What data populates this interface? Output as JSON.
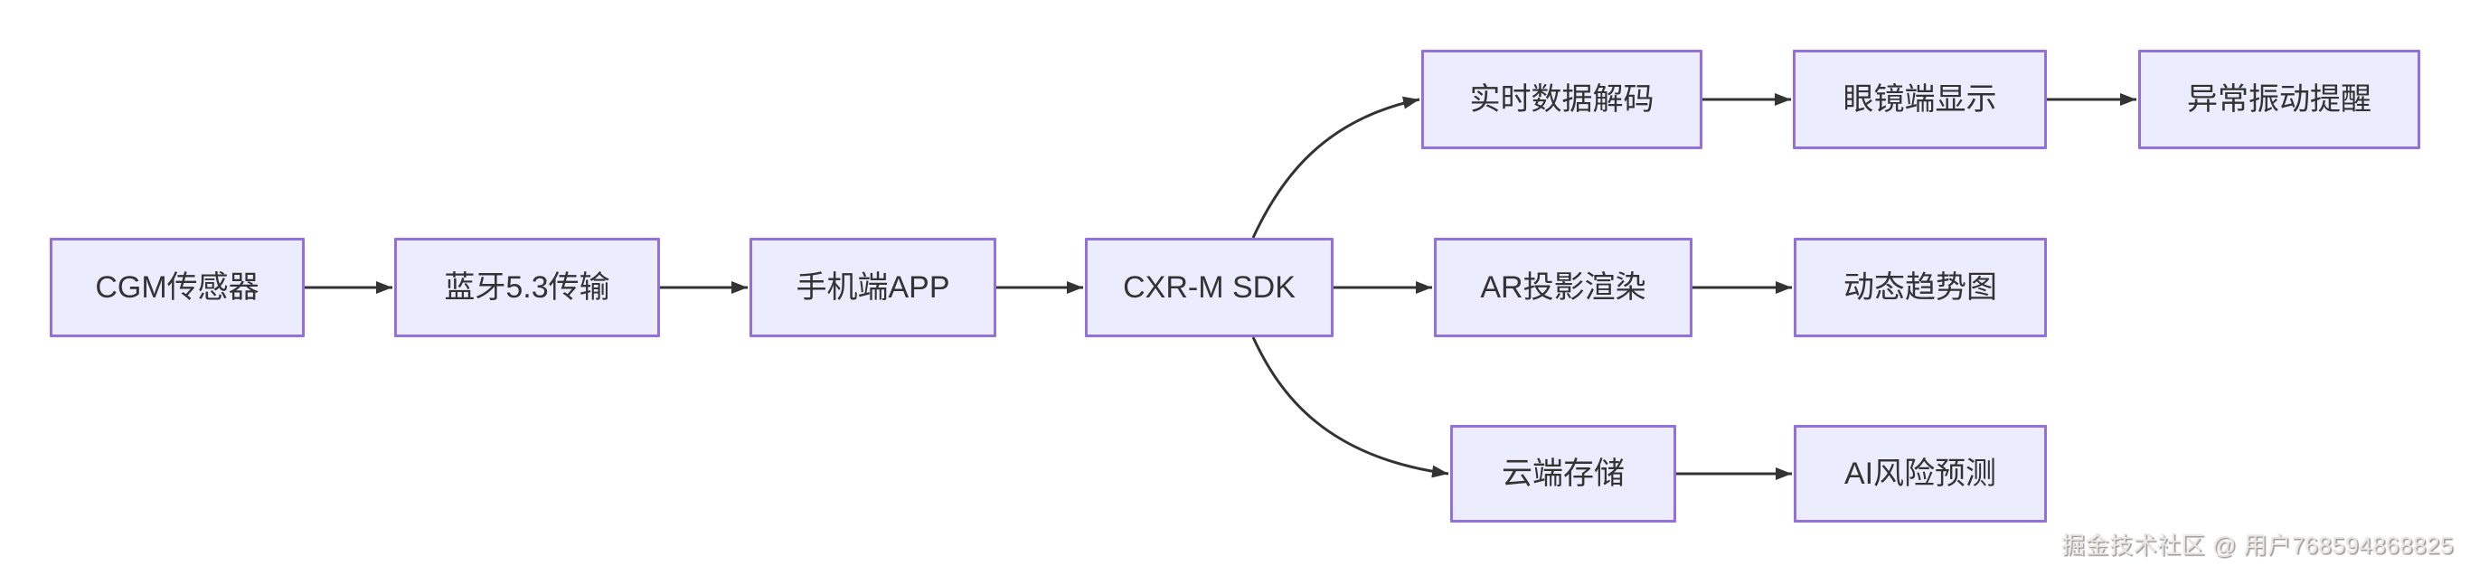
{
  "diagram": {
    "type": "flowchart",
    "direction": "left-to-right",
    "nodes": [
      {
        "id": "cgm",
        "label": "CGM传感器"
      },
      {
        "id": "bt",
        "label": "蓝牙5.3传输"
      },
      {
        "id": "app",
        "label": "手机端APP"
      },
      {
        "id": "sdk",
        "label": "CXR-M SDK"
      },
      {
        "id": "decode",
        "label": "实时数据解码"
      },
      {
        "id": "glass",
        "label": "眼镜端显示"
      },
      {
        "id": "vibrate",
        "label": "异常振动提醒"
      },
      {
        "id": "ar",
        "label": "AR投影渲染"
      },
      {
        "id": "trend",
        "label": "动态趋势图"
      },
      {
        "id": "cloud",
        "label": "云端存储"
      },
      {
        "id": "ai",
        "label": "AI风险预测"
      }
    ],
    "edges": [
      {
        "from": "cgm",
        "to": "bt"
      },
      {
        "from": "bt",
        "to": "app"
      },
      {
        "from": "app",
        "to": "sdk"
      },
      {
        "from": "sdk",
        "to": "decode"
      },
      {
        "from": "sdk",
        "to": "ar"
      },
      {
        "from": "sdk",
        "to": "cloud"
      },
      {
        "from": "decode",
        "to": "glass"
      },
      {
        "from": "glass",
        "to": "vibrate"
      },
      {
        "from": "ar",
        "to": "trend"
      },
      {
        "from": "cloud",
        "to": "ai"
      }
    ],
    "colors": {
      "node_fill": "#ECECFF",
      "node_border": "#9370DB",
      "edge": "#333333",
      "text": "#333333"
    }
  },
  "watermark": {
    "text": "掘金技术社区 @ 用户768594868825"
  }
}
